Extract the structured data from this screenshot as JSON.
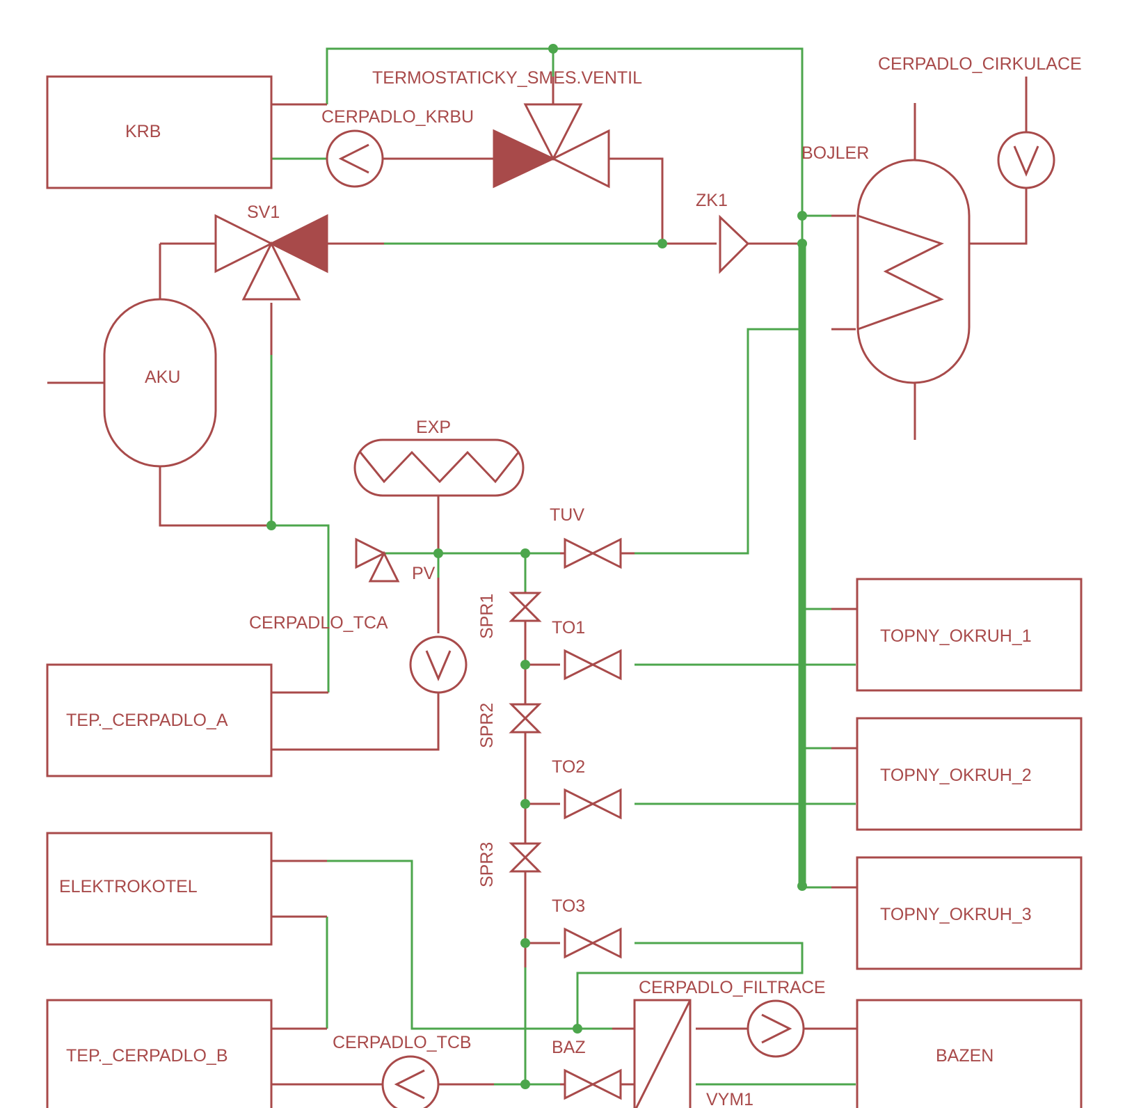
{
  "labels": {
    "krb": "KRB",
    "termostaticky": "TERMOSTATICKY_SMES.VENTIL",
    "cerpadlo_krbu": "CERPADLO_KRBU",
    "cerpadlo_cirkulace": "CERPADLO_CIRKULACE",
    "bojler": "BOJLER",
    "sv1": "SV1",
    "zk1": "ZK1",
    "aku": "AKU",
    "exp": "EXP",
    "tuv": "TUV",
    "pv": "PV",
    "spr1": "SPR1",
    "spr2": "SPR2",
    "spr3": "SPR3",
    "to1": "TO1",
    "to2": "TO2",
    "to3": "TO3",
    "cerpadlo_tca": "CERPADLO_TCA",
    "tep_cerpadlo_a": "TEP._CERPADLO_A",
    "elektrokotel": "ELEKTROKOTEL",
    "tep_cerpadlo_b": "TEP._CERPADLO_B",
    "cerpadlo_tcb": "CERPADLO_TCB",
    "baz": "BAZ",
    "cerpadlo_filtrace": "CERPADLO_FILTRACE",
    "vym1": "VYM1",
    "bazen": "BAZEN",
    "topny_okruh_1": "TOPNY_OKRUH_1",
    "topny_okruh_2": "TOPNY_OKRUH_2",
    "topny_okruh_3": "TOPNY_OKRUH_3"
  },
  "colors": {
    "symbol": "#a84a4a",
    "net": "#4ca64c",
    "background": "#ffffff"
  }
}
